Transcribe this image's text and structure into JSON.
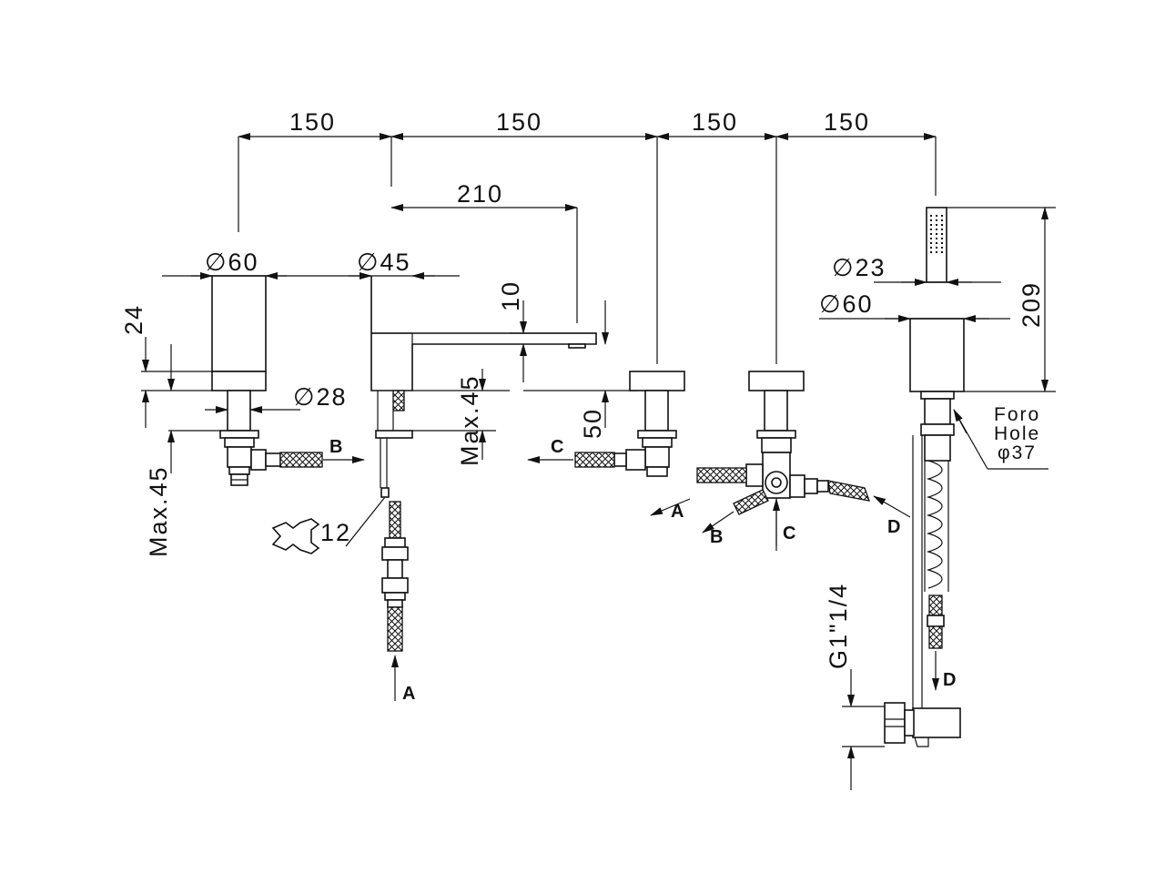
{
  "dimensions": {
    "spacing_1": "150",
    "spacing_2": "150",
    "spacing_3": "150",
    "spacing_4": "150",
    "spout_reach": "210",
    "dia_60_left": "∅60",
    "dia_45": "∅45",
    "dia_28": "∅28",
    "dia_23": "∅23",
    "dia_60_right": "∅60",
    "spout_thickness": "10",
    "rosette_height": "24",
    "max_deck_left": "Max.45",
    "max_deck_mid": "Max.45",
    "spout_height": "50",
    "shower_height": "209",
    "wrench_size": "12",
    "thread": "G1\"1/4"
  },
  "hole_note": {
    "line1": "Foro",
    "line2": "Hole",
    "line3": "φ37"
  },
  "connection_labels": {
    "b_left": "B",
    "a_bottom": "A",
    "c_mid": "C",
    "a_diverter": "A",
    "b_diverter": "B",
    "c_diverter": "C",
    "d_diverter": "D",
    "d_shower": "D"
  }
}
